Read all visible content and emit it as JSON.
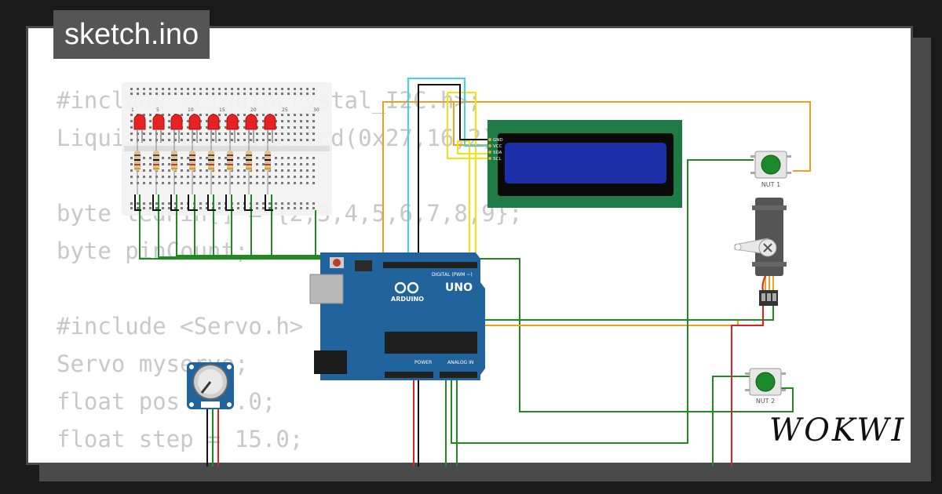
{
  "title_tab": "sketch.ino",
  "logo": "WOKWI",
  "code_lines": [
    "#include <LiquidCrystal_I2C.h>;",
    "LiquidCrystal_I2C lcd(0x27,16,2);",
    "",
    "byte ledPin[] = {2,3,4,5,6,7,8,9};",
    "byte pinCount;",
    "",
    "#include <Servo.h>",
    "Servo myservo;",
    "float pos = 0.0;",
    "float step = 15.0;"
  ],
  "components": {
    "button1_label": "NUT 1",
    "button2_label": "NUT 2",
    "arduino_model": "UNO",
    "arduino_brand": "ARDUINO",
    "digital_header": "DIGITAL (PWM ~)",
    "analog_header": "ANALOG IN",
    "power_header": "POWER",
    "lcd_pins": [
      "GND",
      "VCC",
      "SDA",
      "SCL"
    ],
    "breadboard_numbers": [
      "1",
      "5",
      "10",
      "15",
      "20",
      "25",
      "30"
    ]
  },
  "colors": {
    "lcd_frame": "#1e7b45",
    "lcd_screen": "#1c2fa8",
    "arduino_board": "#21639c",
    "button_cap": "#1c8a2a",
    "led_red": "#e62222",
    "wire_green": "#1f8a1f",
    "wire_orange": "#f0a01c",
    "wire_yellow": "#f5e20c",
    "wire_cyan": "#3cd6e8",
    "wire_red": "#dd2020",
    "wire_black": "#111111"
  }
}
